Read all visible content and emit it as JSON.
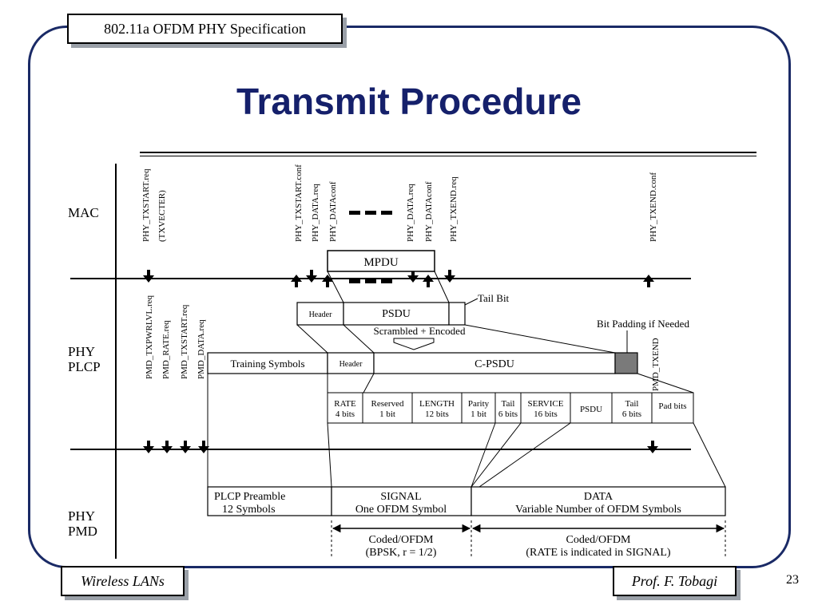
{
  "header": {
    "course_title": "802.11a OFDM PHY Specification"
  },
  "slide": {
    "title": "Transmit Procedure",
    "page_number": "23"
  },
  "footer": {
    "left": "Wireless LANs",
    "right": "Prof. F. Tobagi"
  },
  "diagram": {
    "layers": {
      "mac": "MAC",
      "phy_plcp_1": "PHY",
      "phy_plcp_2": "PLCP",
      "phy_pmd_1": "PHY",
      "phy_pmd_2": "PMD"
    },
    "mac_primitives": {
      "txstart_req": "PHY_TXSTART.req",
      "txvector": "(TXVECTER)",
      "txstart_conf": "PHY_TXSTART.conf",
      "data_req_1": "PHY_DATA.req",
      "data_conf_1": "PHY_DATAconf",
      "data_req_2": "PHY_DATA.req",
      "data_conf_2": "PHY_DATAconf",
      "txend_req": "PHY_TXEND.req",
      "txend_conf": "PHY_TXEND.conf"
    },
    "pmd_primitives": {
      "txpwrlvl": "PMD_TXPWRLVL.req",
      "rate": "PMD_RATE.req",
      "txstart": "PMD_TXSTART.req",
      "data": "PMD_DATA.req",
      "txend": "PMD_TXEND"
    },
    "boxes": {
      "mpdu": "MPDU",
      "header_small": "Header",
      "psdu": "PSDU",
      "tail_bit": "Tail Bit",
      "scrambled": "Scrambled + Encoded",
      "bit_padding": "Bit Padding if Needed",
      "training": "Training Symbols",
      "header_plcp": "Header",
      "cpsdu": "C-PSDU"
    },
    "fields": [
      {
        "l1": "RATE",
        "l2": "4 bits"
      },
      {
        "l1": "Reserved",
        "l2": "1 bit"
      },
      {
        "l1": "LENGTH",
        "l2": "12 bits"
      },
      {
        "l1": "Parity",
        "l2": "1 bit"
      },
      {
        "l1": "Tail",
        "l2": "6 bits"
      },
      {
        "l1": "SERVICE",
        "l2": "16 bits"
      },
      {
        "l1": "PSDU",
        "l2": ""
      },
      {
        "l1": "Tail",
        "l2": "6 bits"
      },
      {
        "l1": "Pad bits",
        "l2": ""
      }
    ],
    "pmd_boxes": {
      "preamble_1": "PLCP Preamble",
      "preamble_2": "12 Symbols",
      "signal_1": "SIGNAL",
      "signal_2": "One OFDM Symbol",
      "data_1": "DATA",
      "data_2": "Variable Number of OFDM Symbols"
    },
    "coding": {
      "signal_1": "Coded/OFDM",
      "signal_2": "(BPSK, r = 1/2)",
      "data_1": "Coded/OFDM",
      "data_2": "(RATE is indicated in SIGNAL)"
    }
  }
}
